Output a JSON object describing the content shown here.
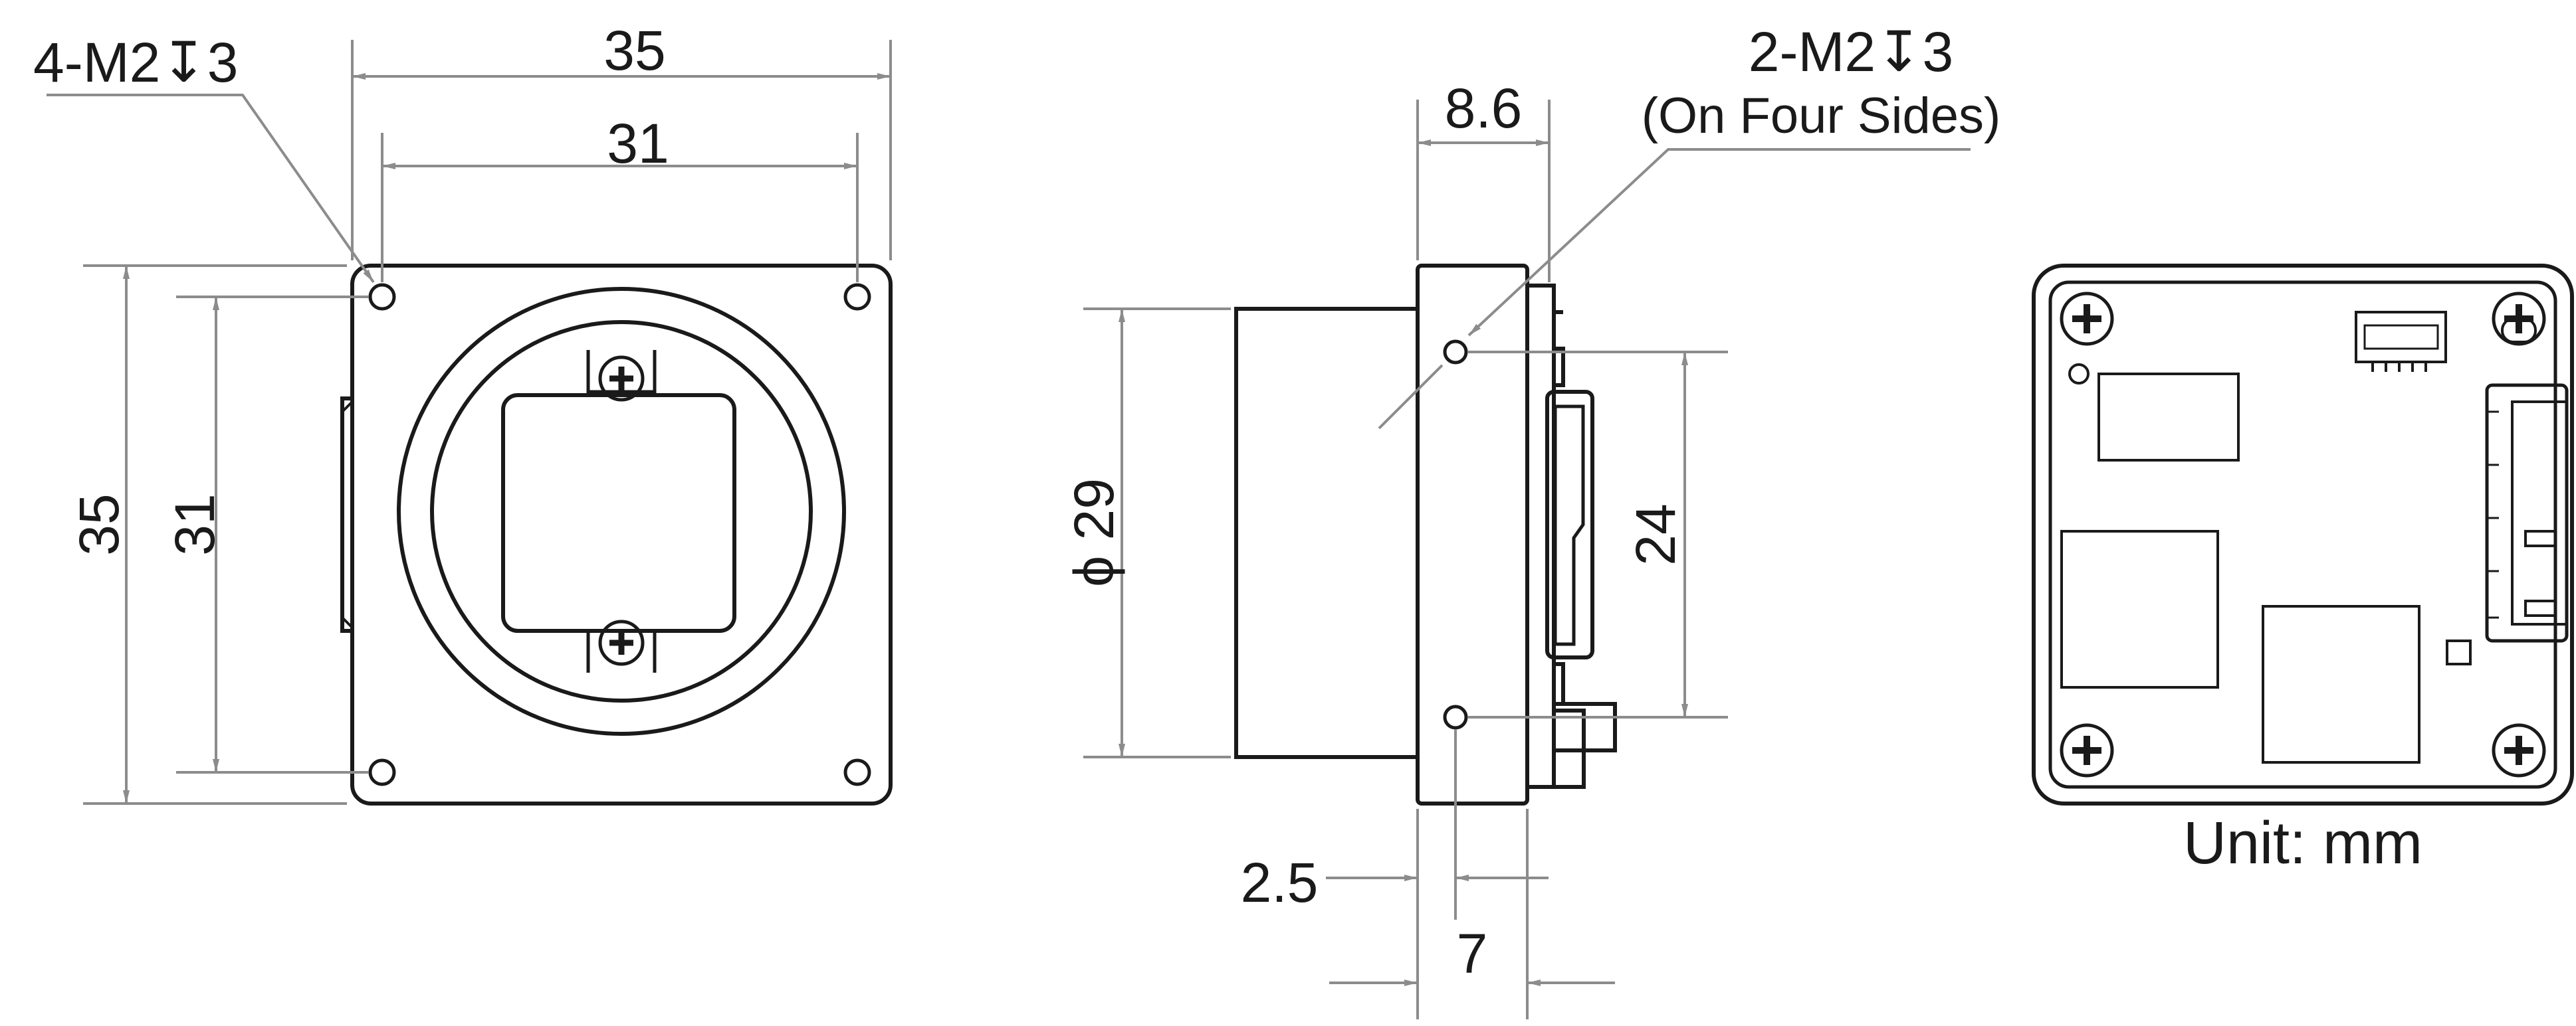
{
  "front_view": {
    "thread_callout": "4-M2↧3",
    "width_outer": "35",
    "width_holes": "31",
    "height_outer": "35",
    "height_holes": "31"
  },
  "side_view": {
    "thread_callout_line1": "2-M2↧3",
    "thread_callout_line2": "(On Four Sides)",
    "dim_top": "8.6",
    "dim_diameter": "ϕ 29",
    "dim_hole_spacing": "24",
    "dim_bottom_small": "2.5",
    "dim_bottom": "7"
  },
  "back_view": {
    "unit_label": "Unit: mm"
  },
  "colors": {
    "outline": "#1a1a1a",
    "dimension_line": "#8c8c8c",
    "text": "#1a1a1a"
  }
}
